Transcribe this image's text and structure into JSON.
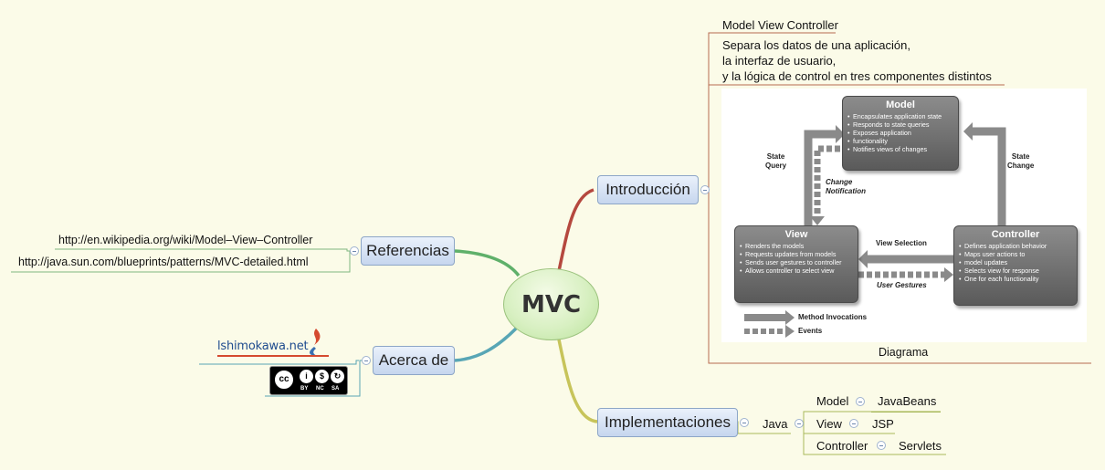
{
  "central": {
    "label": "MVC"
  },
  "topics": {
    "introduccion": "Introducción",
    "referencias": "Referencias",
    "acerca": "Acerca de",
    "implementaciones": "Implementaciones"
  },
  "intro": {
    "title": "Model View Controller",
    "description_lines": [
      "Separa los datos de una aplicación,",
      "la interfaz de usuario,",
      "y la lógica de control en tres componentes distintos"
    ],
    "diagram_caption": "Diagrama"
  },
  "diagram": {
    "model": {
      "title": "Model",
      "items": [
        "Encapsulates application state",
        "Responds to state queries",
        "Exposes application",
        "functionality",
        "Notifies views of changes"
      ]
    },
    "view": {
      "title": "View",
      "items": [
        "Renders the models",
        "Requests updates from models",
        "Sends user gestures to controller",
        "Allows controller to select view"
      ]
    },
    "controller": {
      "title": "Controller",
      "items": [
        "Defines application behavior",
        "Maps user actions to",
        "model updates",
        "Selects view for response",
        "One for each functionality"
      ]
    },
    "labels": {
      "state_query": [
        "State",
        "Query"
      ],
      "state_change": [
        "State",
        "Change"
      ],
      "change_notification": [
        "Change",
        "Notification"
      ],
      "view_selection": "View Selection",
      "user_gestures": "User Gestures"
    },
    "legend": {
      "method": "Method Invocations",
      "events": "Events"
    }
  },
  "referencias": {
    "links": [
      "http://en.wikipedia.org/wiki/Model–View–Controller",
      "http://java.sun.com/blueprints/patterns/MVC-detailed.html"
    ]
  },
  "acerca": {
    "logo_text": "lshimokawa.net",
    "license_labels": [
      "BY",
      "NC",
      "SA"
    ]
  },
  "implementaciones": {
    "language": "Java",
    "rows": [
      {
        "component": "Model",
        "tech": "JavaBeans"
      },
      {
        "component": "View",
        "tech": "JSP"
      },
      {
        "component": "Controller",
        "tech": "Servlets"
      }
    ]
  },
  "colors": {
    "background": "#fbfbe8",
    "topic_border": "#8da6c7",
    "branch_intro": "#b5483e",
    "branch_refs": "#5fb06a",
    "branch_about": "#58a6b5",
    "branch_impl": "#c7c45a",
    "line_intro_sub": "#b76b4f",
    "line_refs_sub": "#7fb77f",
    "line_impl_sub": "#a8b85a"
  }
}
